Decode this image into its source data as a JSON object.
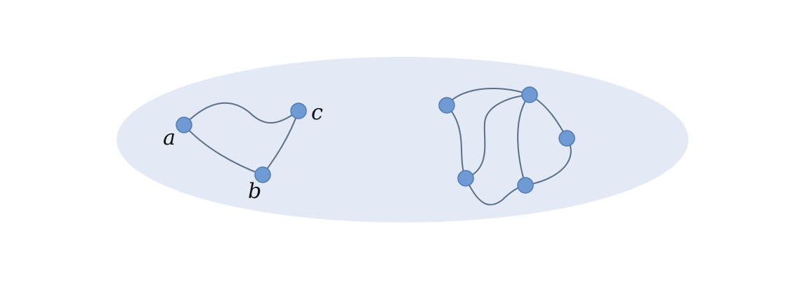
{
  "diagram": {
    "background_color": "#e3eaf5",
    "node_color": "#6f9ad3",
    "edge_color": "#5b6f86",
    "left_graph": {
      "nodes": [
        {
          "id": "a",
          "label": "a"
        },
        {
          "id": "b",
          "label": "b"
        },
        {
          "id": "c",
          "label": "c"
        }
      ],
      "edges": [
        [
          "a",
          "c"
        ],
        [
          "a",
          "b"
        ],
        [
          "b",
          "c"
        ]
      ]
    },
    "right_graph": {
      "nodes": [
        {
          "id": "n1",
          "label": ""
        },
        {
          "id": "n2",
          "label": ""
        },
        {
          "id": "n3",
          "label": ""
        },
        {
          "id": "n4",
          "label": ""
        },
        {
          "id": "n5",
          "label": ""
        }
      ],
      "edges": [
        [
          "n1",
          "n2"
        ],
        [
          "n1",
          "n4"
        ],
        [
          "n4",
          "n2"
        ],
        [
          "n2",
          "n5"
        ],
        [
          "n2",
          "n3"
        ],
        [
          "n3",
          "n5"
        ],
        [
          "n4",
          "n5"
        ]
      ]
    }
  }
}
